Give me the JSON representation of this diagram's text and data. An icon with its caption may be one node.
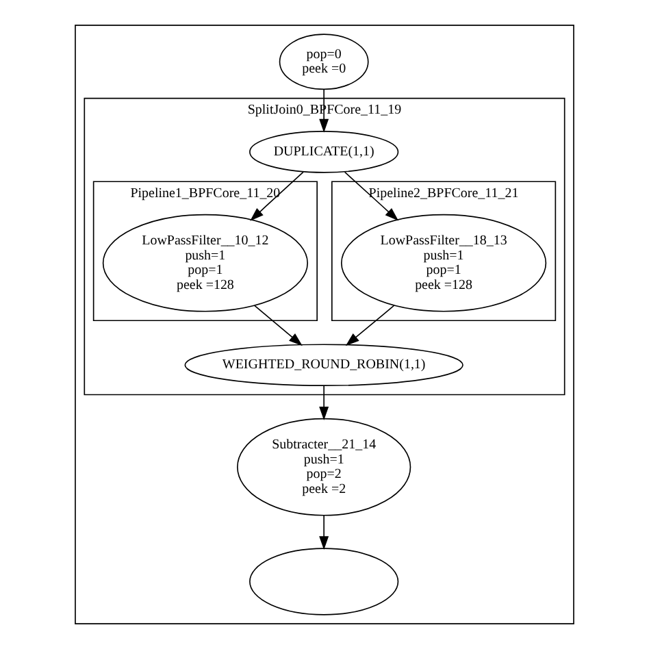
{
  "diagram": {
    "nodes": [
      {
        "text": [],
        "shape": "box"
      },
      {
        "text": [
          "pop=0 peek =0"
        ],
        "in": 0
      },
      {
        "text": [
          "SplitJoin0_BPFCore_11_19"
        ],
        "in": 0
      },
      {
        "text": [
          "DUPLICATE(1,1)"
        ],
        "in": 2
      },
      {
        "text": [
          "Pipeline1_BPFCore_11_20"
        ],
        "in": 2
      },
      {
        "text": [
          "LowPassFilter__10_12 push=1 pop=1 peek =128"
        ],
        "in": 4
      },
      {
        "text": [
          "Pipeline2_BPFCore_11_21"
        ],
        "in": 2
      },
      {
        "text": [
          "LowPassFilter__18_13 push=1 pop=1 peek =128"
        ],
        "in": 6
      },
      {
        "text": [
          "WEIGHTED_ROUND_ROBIN(1,1)"
        ],
        "in": 2
      },
      {
        "text": [
          "Subtracter__21_14 push=1 pop=2 peek =2"
        ],
        "in": 0
      },
      {
        "text": [],
        "shape": "ellipse",
        "in": 0
      }
    ],
    "edges": [
      {
        "from": 1,
        "to": 3,
        "arrow": "to"
      },
      {
        "from": 3,
        "to": 5,
        "arrow": "to"
      },
      {
        "from": 3,
        "to": 7,
        "arrow": "to"
      },
      {
        "from": 5,
        "to": 8,
        "arrow": "to"
      },
      {
        "from": 7,
        "to": 8,
        "arrow": "to"
      },
      {
        "from": 8,
        "to": 9,
        "arrow": "to"
      },
      {
        "from": 9,
        "to": 10,
        "arrow": "to"
      }
    ]
  }
}
